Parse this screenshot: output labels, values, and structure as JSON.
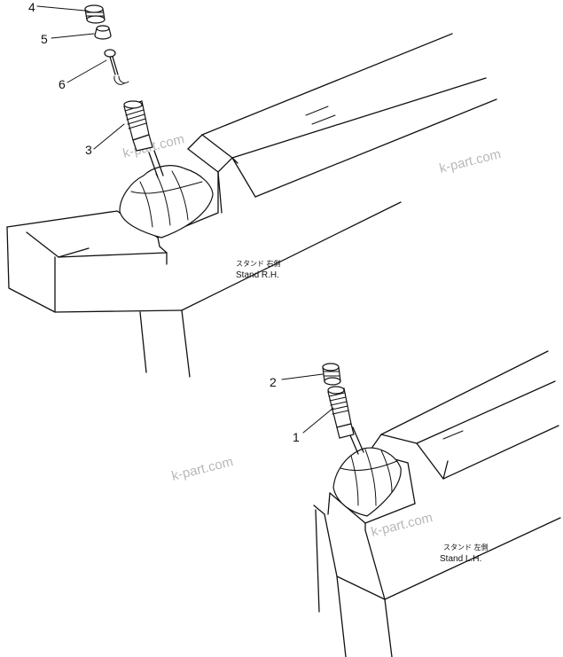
{
  "callouts": {
    "c1": "1",
    "c2": "2",
    "c3": "3",
    "c4": "4",
    "c5": "5",
    "c6": "6"
  },
  "labels": {
    "rh_jp": "スタンド 右側",
    "rh_en": "Stand R.H.",
    "lh_jp": "スタンド 左側",
    "lh_en": "Stand L.H."
  },
  "watermark": "k-part.com"
}
